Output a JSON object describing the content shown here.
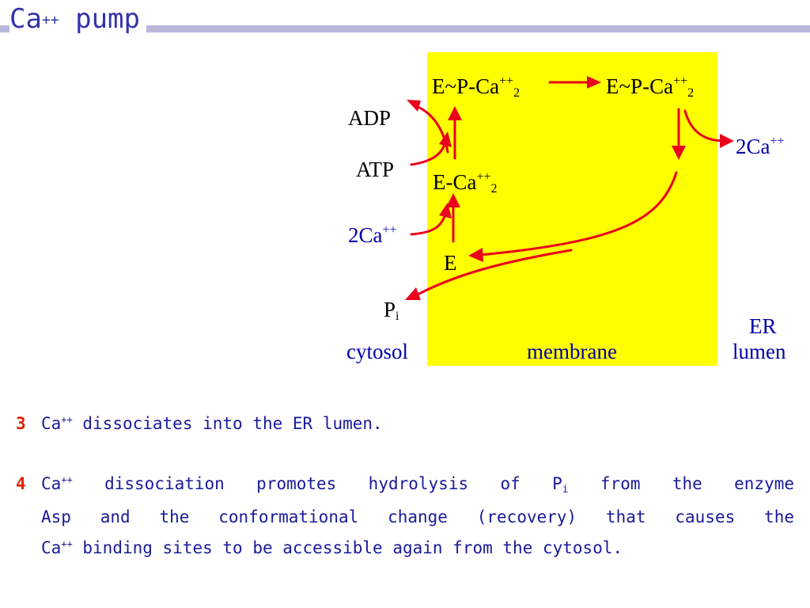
{
  "title": {
    "base": "Ca",
    "sup": "++",
    "rest": " pump"
  },
  "diagram": {
    "state_eppca_left": {
      "main": "E~P-Ca",
      "sup": "++",
      "sub": "2"
    },
    "state_eppca_right": {
      "main": "E~P-Ca",
      "sup": "++",
      "sub": "2"
    },
    "state_eca": {
      "main": "E-Ca",
      "sup": "++",
      "sub": "2"
    },
    "state_e": "E",
    "adp": "ADP",
    "atp": "ATP",
    "ca_in": {
      "main": "2Ca",
      "sup": "++"
    },
    "ca_out": {
      "main": "2Ca",
      "sup": "++"
    },
    "pi": {
      "main": "P",
      "sub": "i"
    },
    "cytosol": "cytosol",
    "membrane": "membrane",
    "er_line1": "ER",
    "er_line2": "lumen",
    "colors": {
      "membrane": "#ffff00",
      "arrow": "#e8001c",
      "ca_label": "#0000aa"
    }
  },
  "steps": [
    {
      "number": "3",
      "ca": "Ca",
      "ca_sup": "++",
      "text": " dissociates into the ER lumen."
    },
    {
      "number": "4",
      "line1": {
        "ca": "Ca",
        "ca_sup": "++",
        "pre": " dissociation promotes hydrolysis of P",
        "sub": "i",
        "post": " from the enzyme"
      },
      "line2": "Asp and the conformational change (recovery) that causes the",
      "line3": {
        "ca": "Ca",
        "ca_sup": "++",
        "post": " binding sites to be accessible again from the cytosol."
      }
    }
  ]
}
